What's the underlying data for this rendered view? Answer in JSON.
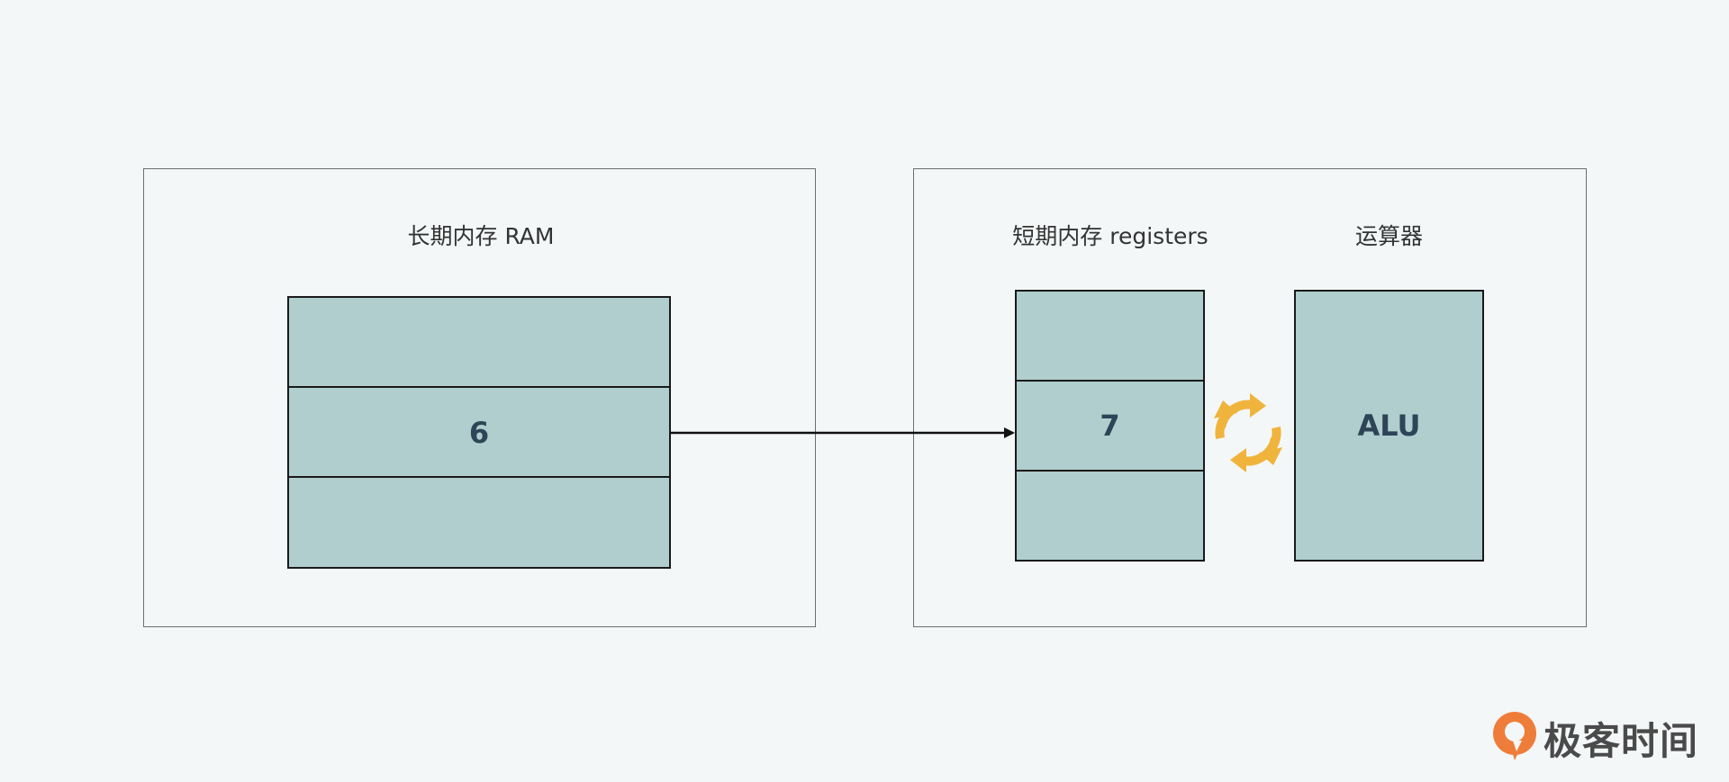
{
  "ram_panel": {
    "title": "长期内存 RAM",
    "cells": [
      "",
      "6",
      ""
    ]
  },
  "cpu_panel": {
    "registers_title": "短期内存 registers",
    "registers_cells": [
      "",
      "7",
      ""
    ],
    "alu_title": "运算器",
    "alu_label": "ALU"
  },
  "logo": {
    "text": "极客时间"
  },
  "colors": {
    "cell_fill": "#b0cece",
    "cycle_icon": "#f0b43c",
    "logo_accent": "#ef7d3a"
  }
}
